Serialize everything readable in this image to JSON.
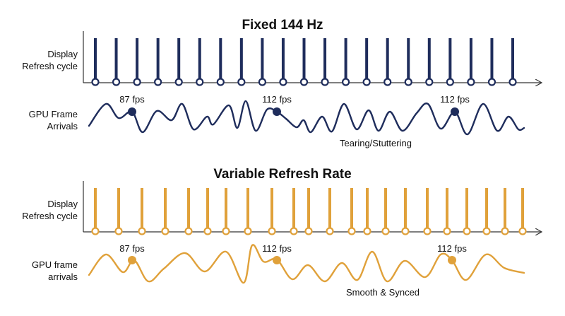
{
  "colors": {
    "fixed": "#1f2d5c",
    "variable": "#e0a13a",
    "axis": "#333333",
    "text": "#111111",
    "background": "#ffffff"
  },
  "panels": [
    {
      "title": "Fixed 144 Hz",
      "display_label_line1": "Display",
      "display_label_line2": "Refresh cycle",
      "gpu_label_line1": "GPU Frame",
      "gpu_label_line2": "Arrivals",
      "note": "Tearing/Stuttering",
      "color_key": "fixed",
      "refresh_spacing": "uniform",
      "refresh_tick_count": 21,
      "fps_markers": [
        {
          "label": "87 fps"
        },
        {
          "label": "112 fps"
        },
        {
          "label": "112 fps"
        }
      ]
    },
    {
      "title": "Variable Refresh Rate",
      "display_label_line1": "Display",
      "display_label_line2": "Refresh cycle",
      "gpu_label_line1": "GPU frame",
      "gpu_label_line2": "arrivals",
      "note": "Smooth & Synced",
      "color_key": "variable",
      "refresh_spacing": "variable",
      "refresh_tick_count": 22,
      "fps_markers": [
        {
          "label": "87 fps"
        },
        {
          "label": "112 fps"
        },
        {
          "label": "112 fps"
        }
      ]
    }
  ]
}
